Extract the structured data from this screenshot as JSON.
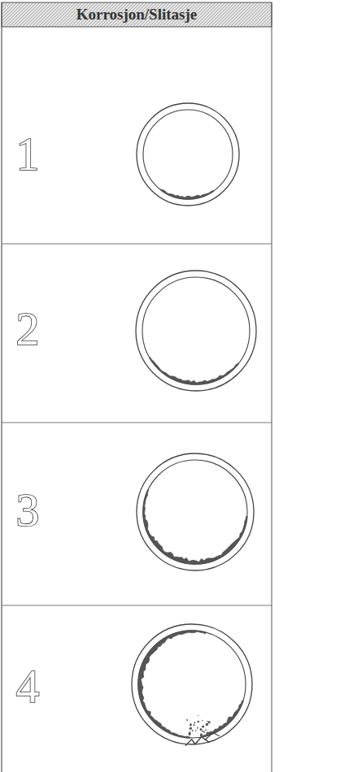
{
  "diagram": {
    "title": "Korrosjon/Slitasje",
    "labels": [
      "1",
      "2",
      "3",
      "4"
    ]
  }
}
